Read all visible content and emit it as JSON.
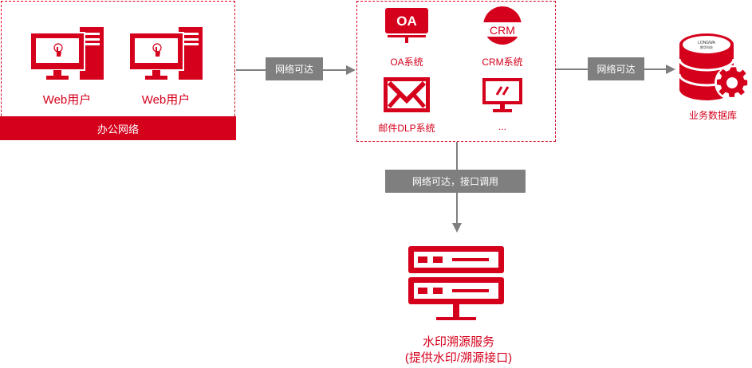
{
  "office_network": {
    "users": [
      {
        "label": "Web用户"
      },
      {
        "label": "Web用户"
      }
    ],
    "bar_label": "办公网络"
  },
  "systems": {
    "oa": {
      "badge": "OA",
      "label": "OA系统"
    },
    "crm": {
      "badge": "CRM",
      "label": "CRM系统"
    },
    "dlp": {
      "label": "邮件DLP系统"
    },
    "more": {
      "label": "..."
    }
  },
  "connections": {
    "left_tag": "网络可达",
    "right_tag": "网络可达",
    "down_tag": "网络可达，接口调用"
  },
  "database": {
    "label": "业务数据库",
    "logo_text_1": "LONGWA",
    "logo_text_2": "朗华科技"
  },
  "watermark_service": {
    "line1": "水印溯源服务",
    "line2": "(提供水印/溯源接口)"
  },
  "colors": {
    "brand": "#d5001c",
    "connector": "#7f7f7f"
  }
}
